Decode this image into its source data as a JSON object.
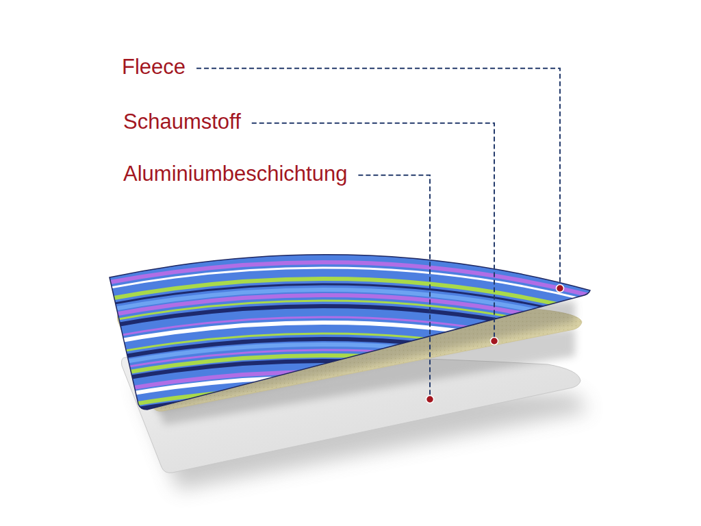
{
  "diagram": {
    "labels": [
      "Fleece",
      "Schaumstoff",
      "Aluminiumbeschichtung"
    ]
  }
}
